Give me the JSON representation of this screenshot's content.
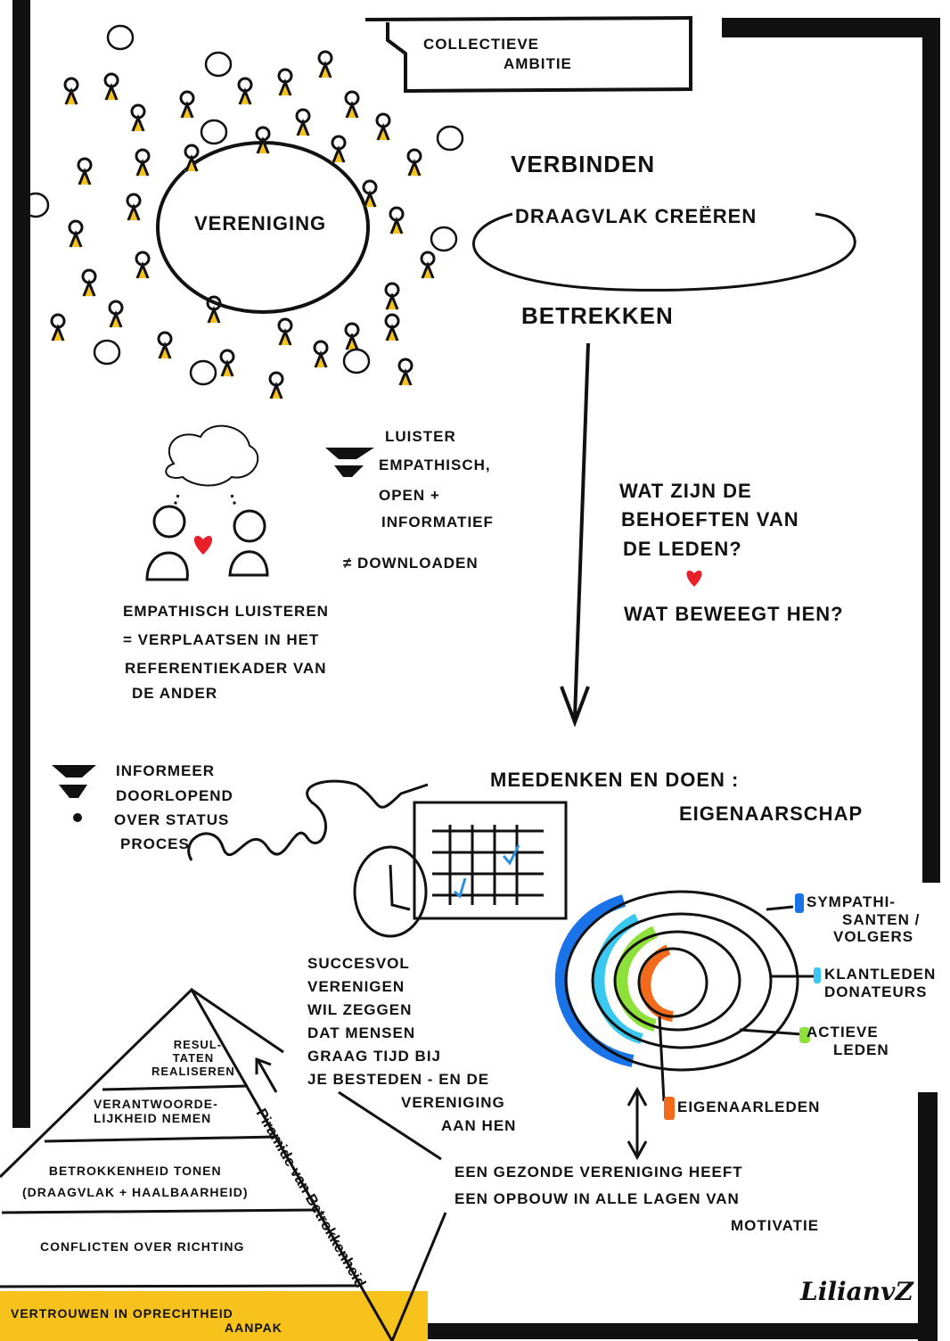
{
  "title": {
    "line1": "Collectieve",
    "line2": "Ambitie"
  },
  "center": {
    "label": "Vereniging"
  },
  "goals": {
    "verbinden": "Verbinden",
    "draagvlak": "Draagvlak creëren",
    "betrekken": "Betrekken"
  },
  "listen": {
    "lines": [
      "Luister",
      "empathisch,",
      "open +",
      "informatief",
      "≠ downloaden"
    ],
    "definition": [
      "Empathisch luisteren",
      "= verplaatsen in het",
      "referentiekader van",
      "de ander"
    ]
  },
  "questions": {
    "q1": [
      "Wat zijn de",
      "behoeften van",
      "de leden?"
    ],
    "q2": "Wat beweegt hen?"
  },
  "inform": {
    "lines": [
      "Informeer",
      "doorlopend",
      "over status",
      "proces"
    ]
  },
  "participate": {
    "line1": "Meedenken en doen :",
    "line2": "Eigenaarschap"
  },
  "rings": {
    "labels": [
      {
        "text": [
          "Sympathi-",
          "santen /",
          "volgers"
        ],
        "color": "#1a73e8"
      },
      {
        "text": [
          "Klantleden",
          "donateurs"
        ],
        "color": "#38c8f0"
      },
      {
        "text": [
          "Actieve",
          "leden"
        ],
        "color": "#8ee03a"
      },
      {
        "text": [
          "Eigenaarleden"
        ],
        "color": "#f26b1d"
      }
    ]
  },
  "success": {
    "lines": [
      "Succesvol",
      "verenigen",
      "wil zeggen",
      "dat mensen",
      "graag tijd bij",
      "je besteden - en de",
      "vereniging",
      "aan hen"
    ]
  },
  "pyramid": {
    "levels": [
      [
        "Resul-",
        "taten",
        "realiseren"
      ],
      [
        "Verantwoorde-",
        "lijkheid nemen"
      ],
      [
        "Betrokkenheid tonen",
        "(draagvlak + haalbaarheid)"
      ],
      [
        "Conflicten over richting"
      ],
      [
        "Vertrouwen in oprechtheid",
        "aanpak"
      ]
    ],
    "side_label": "Piramide van Betrokkenheid"
  },
  "conclusion": {
    "lines": [
      "Een gezonde vereniging heeft",
      "een opbouw in alle lagen van",
      "motivatie"
    ]
  },
  "signature": "LilianvZ",
  "colors": {
    "yellow": "#f7c21b",
    "heart": "#e8202a"
  }
}
